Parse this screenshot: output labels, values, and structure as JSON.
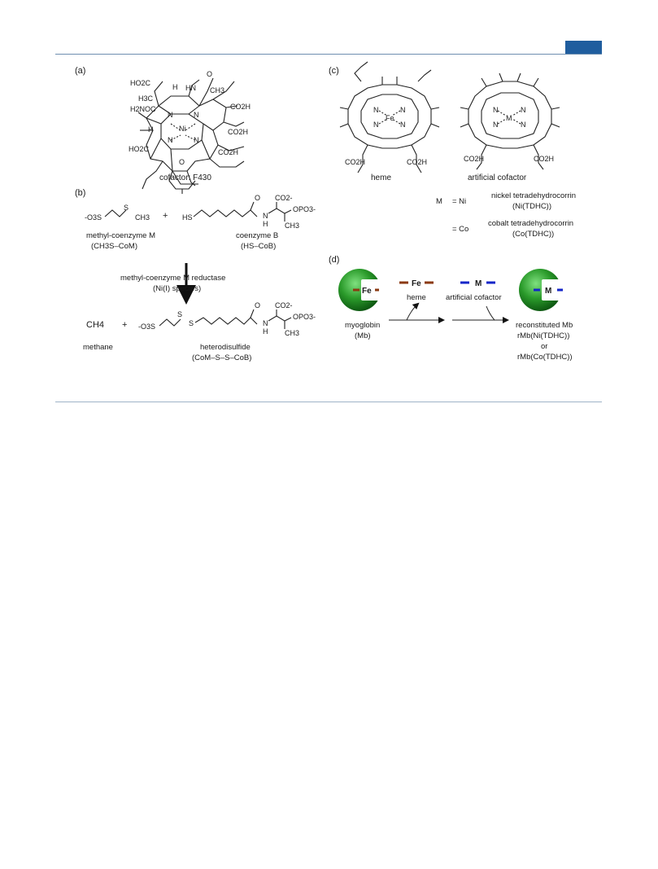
{
  "figure": {
    "panels": {
      "a": {
        "label": "(a)",
        "caption": "cofactor: F430",
        "groups": {
          "ho2c_top": "HO2C",
          "h_top": "H",
          "hn": "HN",
          "o_lactam": "O",
          "ch3_right": "CH3",
          "h3c_left": "H3C",
          "h2noc": "H2NOC",
          "co2h_right_top": "CO2H",
          "n1": "N",
          "n2": "N",
          "n3": "N",
          "n4": "N",
          "metal": "Ni",
          "h_left": "H",
          "co2h_right_mid": "CO2H",
          "co2h_right_bottom": "CO2H",
          "ho2c_bottom": "HO2C",
          "o_ketone": "O"
        }
      },
      "b": {
        "label": "(b)",
        "reactant1": {
          "formula_ion": "-O3S",
          "s": "S",
          "ch3": "CH3",
          "name": "methyl-coenzyme M",
          "abbr": "(CH3S–CoM)"
        },
        "plus": "+",
        "reactant2": {
          "hs": "HS",
          "o": "O",
          "n": "N",
          "h": "H",
          "co2": "CO2-",
          "opo3": "OPO3-",
          "ch3": "CH3",
          "name": "coenzyme B",
          "abbr": "(HS–CoB)"
        },
        "enzyme": "methyl-coenzyme M reductase",
        "enzyme_species": "(Ni(I) species)",
        "product1": {
          "formula": "CH4",
          "name": "methane"
        },
        "plus2": "+",
        "product2": {
          "ion": "-O3S",
          "s1": "S",
          "s2": "S",
          "o": "O",
          "n": "N",
          "h": "H",
          "co2": "CO2-",
          "opo3": "OPO3-",
          "ch3": "CH3",
          "name": "heterodisulfide",
          "abbr": "(CoM–S–S–CoB)"
        }
      },
      "c": {
        "label": "(c)",
        "heme": {
          "metal": "Fe",
          "n": "N",
          "co2h_left": "CO2H",
          "co2h_right": "CO2H",
          "name": "heme"
        },
        "artificial": {
          "metal": "M",
          "n": "N",
          "co2h_left": "CO2H",
          "co2h_right": "CO2H",
          "name": "artificial cofactor"
        },
        "legend": {
          "m": "M",
          "ni_eq": "= Ni",
          "ni_name": "nickel tetradehydrocorrin",
          "ni_abbr": "(Ni(TDHC))",
          "co_eq": "= Co",
          "co_name": "cobalt tetradehydrocorrin",
          "co_abbr": "(Co(TDHC))"
        }
      },
      "d": {
        "label": "(d)",
        "myoglobin_metal": "Fe",
        "myoglobin_name": "myoglobin",
        "myoglobin_abbr": "(Mb)",
        "heme_metal": "Fe",
        "heme_name": "heme",
        "cofactor_metal": "M",
        "cofactor_name": "artificial cofactor",
        "recon_metal": "M",
        "recon_name": "reconstituted Mb",
        "recon_ni": "rMb(Ni(TDHC))",
        "recon_or": "or",
        "recon_co": "rMb(Co(TDHC))"
      }
    },
    "colors": {
      "heme": "#8b3a12",
      "cofactor": "#1426c8",
      "protein": "#2a9a2a",
      "rule": "#6f8fb0",
      "tab": "#1f5d9e"
    }
  }
}
